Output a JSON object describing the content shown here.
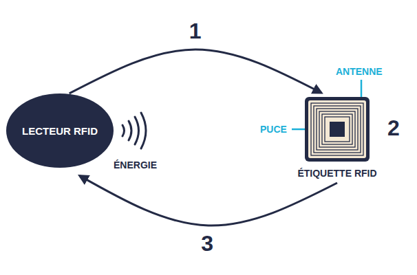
{
  "diagram": {
    "nodes": [
      {
        "text": [
          "LECTEUR RFID"
        ]
      },
      {
        "text": [
          "ÉTIQUETTE RFID"
        ]
      }
    ],
    "edges": [
      {
        "from": 0,
        "to": 1,
        "arrow": "to",
        "label": "1"
      },
      {
        "from": 1,
        "to": 0,
        "arrow": "to",
        "label": "3"
      }
    ],
    "labels": [
      "ÉNERGIE",
      "ANTENNE",
      "PUCE",
      "2"
    ]
  }
}
